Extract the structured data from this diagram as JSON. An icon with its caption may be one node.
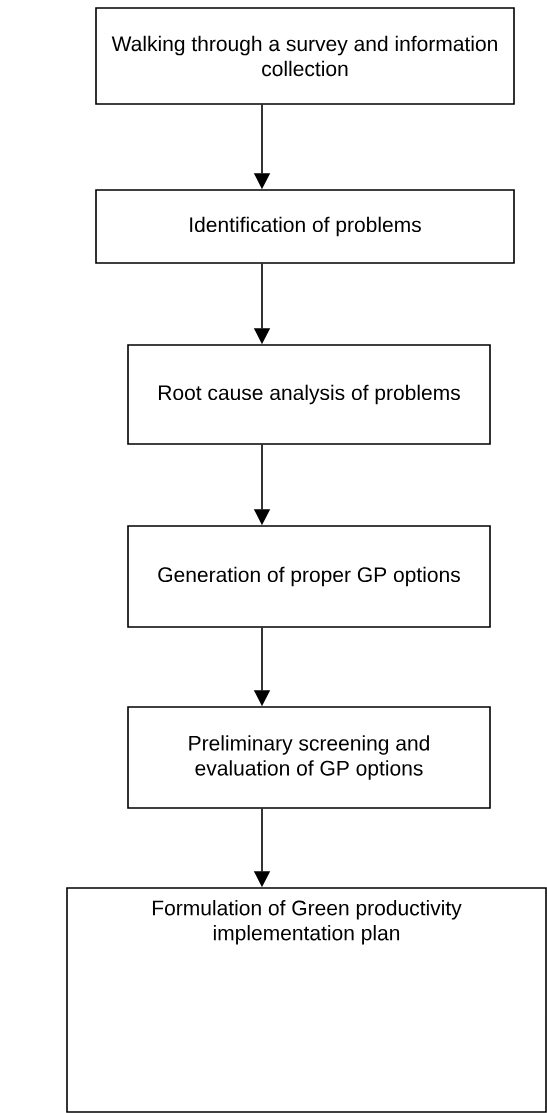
{
  "diagram": {
    "nodes": [
      {
        "text": [
          "Walking through a survey and information collection"
        ]
      },
      {
        "text": [
          "Identification of problems"
        ]
      },
      {
        "text": [
          "Root cause analysis of problems"
        ]
      },
      {
        "text": [
          "Generation of proper GP options"
        ]
      },
      {
        "text": [
          "Preliminary screening and evaluation of GP options"
        ]
      },
      {
        "text": [
          "Formulation of Green productivity implementation plan"
        ]
      }
    ],
    "edges": [
      {
        "from": 0,
        "to": 1,
        "arrow": "to"
      },
      {
        "from": 1,
        "to": 2,
        "arrow": "to"
      },
      {
        "from": 2,
        "to": 3,
        "arrow": "to"
      },
      {
        "from": 3,
        "to": 4,
        "arrow": "to"
      },
      {
        "from": 4,
        "to": 5,
        "arrow": "to"
      }
    ]
  }
}
